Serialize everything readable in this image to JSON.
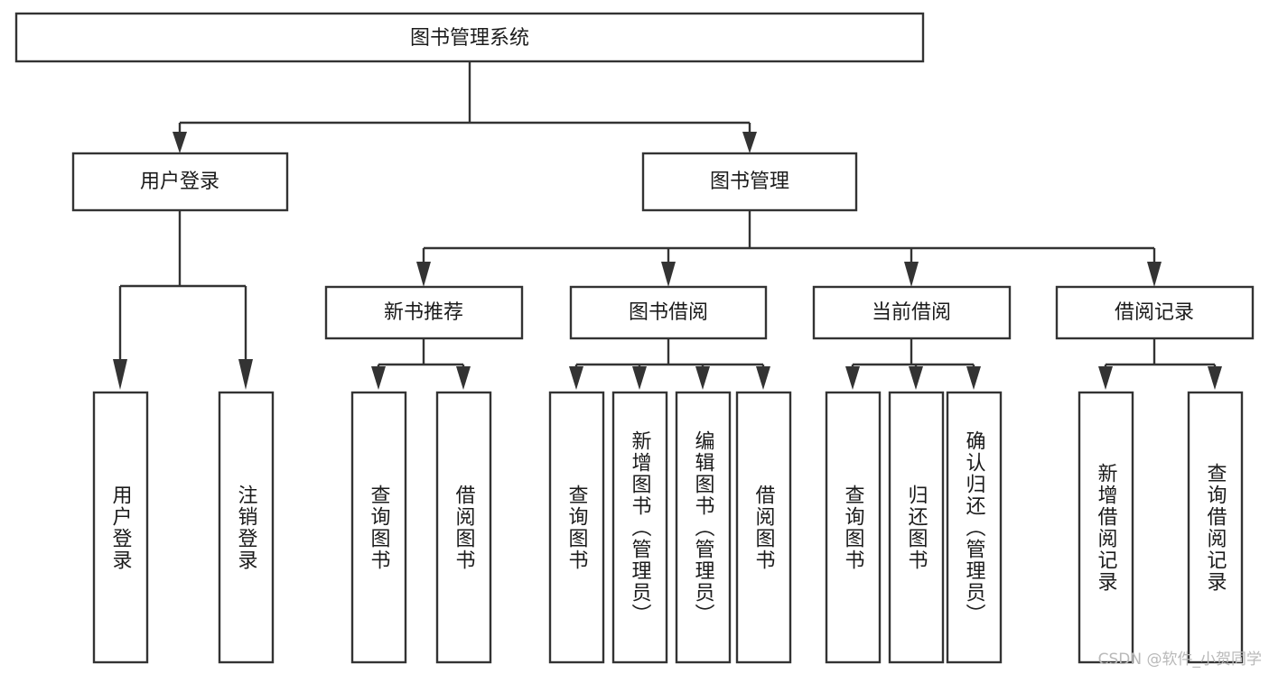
{
  "diagram": {
    "title": "图书管理系统",
    "type": "tree-hierarchy",
    "colors": {
      "box_fill": "#ffffff",
      "box_stroke": "#333333",
      "text": "#1b1b1b",
      "watermark": "#b9b9b9",
      "background": "#ffffff"
    },
    "root": {
      "id": "root",
      "label": "图书管理系统"
    },
    "level2": [
      {
        "id": "user-login",
        "label": "用户登录"
      },
      {
        "id": "book-manage",
        "label": "图书管理"
      }
    ],
    "level3": [
      {
        "id": "new-book-recommend",
        "label": "新书推荐",
        "parent": "book-manage"
      },
      {
        "id": "book-borrow",
        "label": "图书借阅",
        "parent": "book-manage"
      },
      {
        "id": "current-borrow",
        "label": "当前借阅",
        "parent": "book-manage"
      },
      {
        "id": "borrow-record",
        "label": "借阅记录",
        "parent": "book-manage"
      }
    ],
    "leaves": [
      {
        "id": "leaf-user-login",
        "label": "用户登录",
        "parent": "user-login"
      },
      {
        "id": "leaf-user-logout",
        "label": "注销登录",
        "parent": "user-login"
      },
      {
        "id": "leaf-query-book-1",
        "label": "查询图书",
        "parent": "new-book-recommend"
      },
      {
        "id": "leaf-borrow-book-1",
        "label": "借阅图书",
        "parent": "new-book-recommend"
      },
      {
        "id": "leaf-query-book-2",
        "label": "查询图书",
        "parent": "book-borrow"
      },
      {
        "id": "leaf-add-book",
        "label": "新增图书（管理员）",
        "parent": "book-borrow"
      },
      {
        "id": "leaf-edit-book",
        "label": "编辑图书（管理员）",
        "parent": "book-borrow"
      },
      {
        "id": "leaf-borrow-book-2",
        "label": "借阅图书",
        "parent": "book-borrow"
      },
      {
        "id": "leaf-query-book-3",
        "label": "查询图书",
        "parent": "current-borrow"
      },
      {
        "id": "leaf-return-book",
        "label": "归还图书",
        "parent": "current-borrow"
      },
      {
        "id": "leaf-confirm-return",
        "label": "确认归还（管理员）",
        "parent": "current-borrow"
      },
      {
        "id": "leaf-add-record",
        "label": "新增借阅记录",
        "parent": "borrow-record"
      },
      {
        "id": "leaf-query-record",
        "label": "查询借阅记录",
        "parent": "borrow-record"
      }
    ],
    "watermark": "CSDN @软件_小贺同学"
  }
}
